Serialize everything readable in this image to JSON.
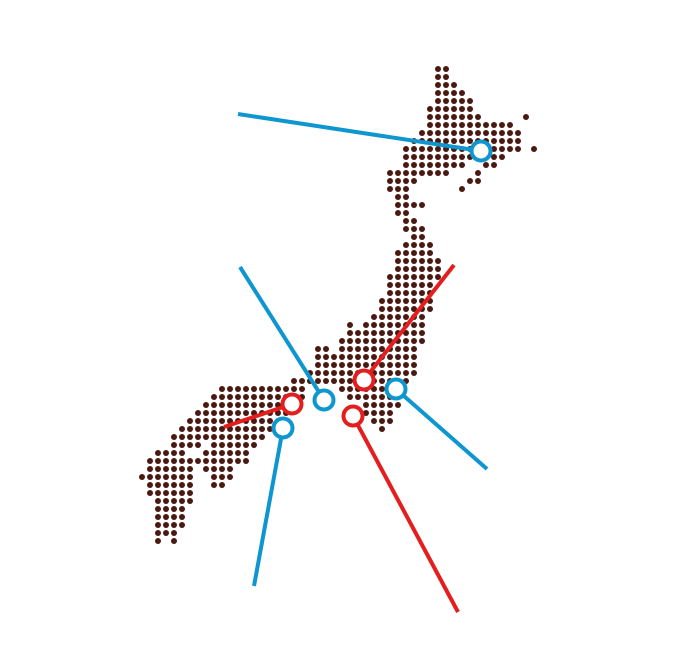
{
  "map": {
    "subject": "Japan dot map",
    "dot_color": "#4a1a12",
    "marker_colors": {
      "blue": "#0e96d0",
      "red": "#e41e1e"
    },
    "markers": [
      {
        "id": "hokkaido",
        "color": "blue"
      },
      {
        "id": "kyoto",
        "color": "blue"
      },
      {
        "id": "osaka-kobe",
        "color": "red"
      },
      {
        "id": "hiroshima-okayama",
        "color": "blue"
      },
      {
        "id": "nagoya",
        "color": "red"
      },
      {
        "id": "shizuoka",
        "color": "red"
      },
      {
        "id": "tokyo",
        "color": "blue"
      }
    ]
  }
}
